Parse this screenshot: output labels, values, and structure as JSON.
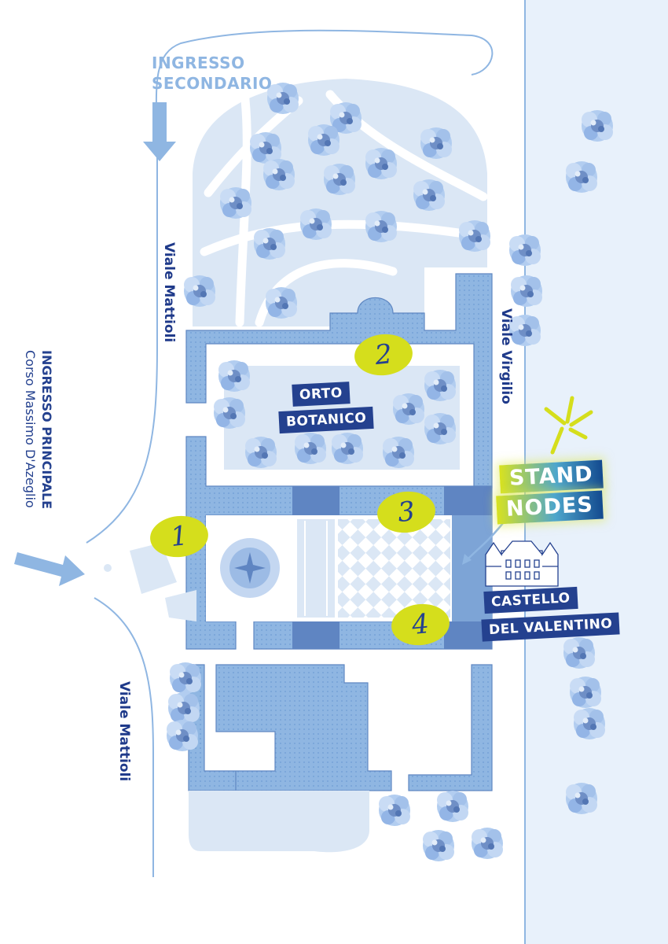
{
  "entrances": {
    "secondary": [
      "INGRESSO",
      "SECONDARIO"
    ],
    "main_title": "INGRESSO PRINCIPALE",
    "main_street": "Corso Massimo D'Azeglio"
  },
  "roads": {
    "mattioli_upper": "Viale Mattioli",
    "mattioli_lower": "Viale Mattioli",
    "virgilio": "Viale Virgilio"
  },
  "places": {
    "orto": [
      "ORTO",
      "BOTANICO"
    ],
    "castello": [
      "CASTELLO",
      "DEL VALENTINO"
    ]
  },
  "stand": [
    "STAND",
    "NODES"
  ],
  "markers": [
    "1",
    "2",
    "3",
    "4"
  ],
  "colors": {
    "navy": "#24418f",
    "highlight": "#d5de1c",
    "building": "#8fb6e2",
    "lawn": "#dbe7f5",
    "river": "#e6f0fb"
  },
  "icons": [
    "tree-icon",
    "compass-rose-icon",
    "arrow-icon",
    "sparkle-icon",
    "castle-icon"
  ]
}
